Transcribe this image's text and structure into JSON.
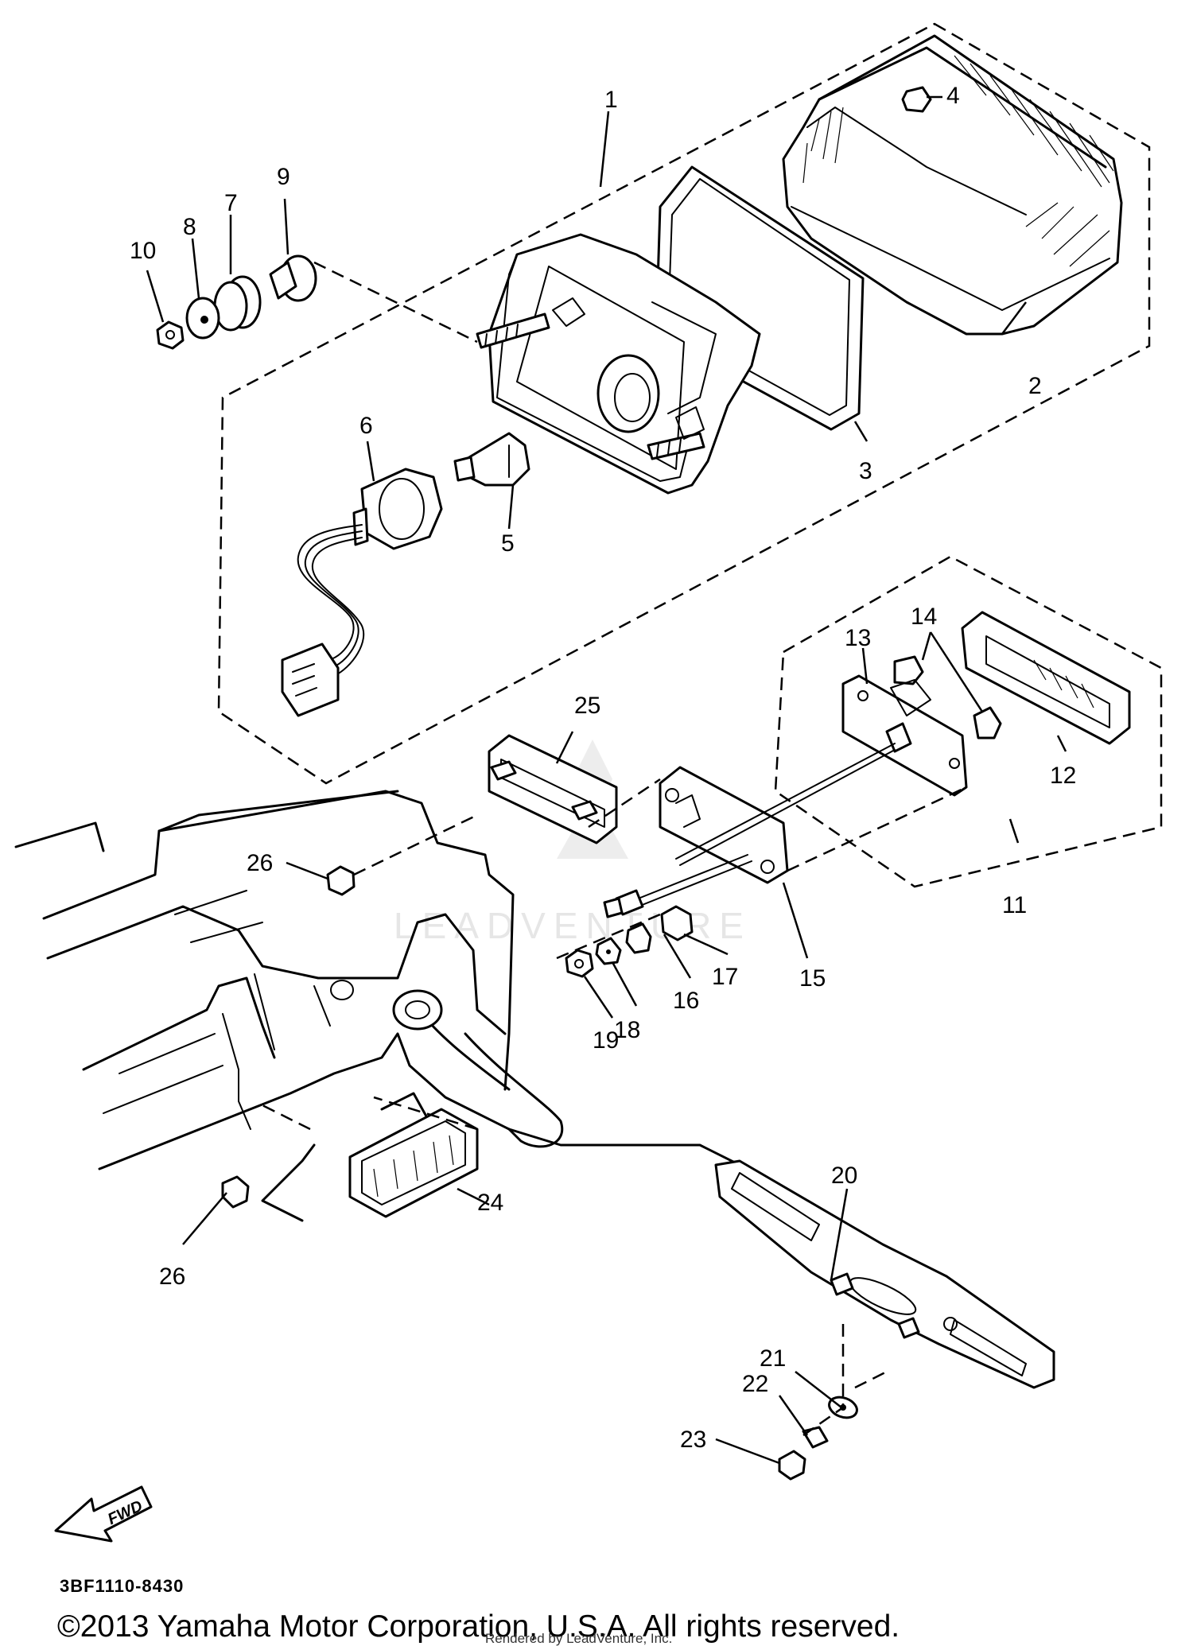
{
  "diagram": {
    "callouts": [
      {
        "id": "1",
        "label": "1"
      },
      {
        "id": "2",
        "label": "2"
      },
      {
        "id": "3",
        "label": "3"
      },
      {
        "id": "4",
        "label": "4"
      },
      {
        "id": "5",
        "label": "5"
      },
      {
        "id": "6",
        "label": "6"
      },
      {
        "id": "7",
        "label": "7"
      },
      {
        "id": "8",
        "label": "8"
      },
      {
        "id": "9",
        "label": "9"
      },
      {
        "id": "10",
        "label": "10"
      },
      {
        "id": "11",
        "label": "11"
      },
      {
        "id": "12",
        "label": "12"
      },
      {
        "id": "13",
        "label": "13"
      },
      {
        "id": "14",
        "label": "14"
      },
      {
        "id": "15",
        "label": "15"
      },
      {
        "id": "16",
        "label": "16"
      },
      {
        "id": "17",
        "label": "17"
      },
      {
        "id": "18",
        "label": "18"
      },
      {
        "id": "19",
        "label": "19"
      },
      {
        "id": "20",
        "label": "20"
      },
      {
        "id": "21",
        "label": "21"
      },
      {
        "id": "22",
        "label": "22"
      },
      {
        "id": "23",
        "label": "23"
      },
      {
        "id": "24",
        "label": "24"
      },
      {
        "id": "25",
        "label": "25"
      },
      {
        "id": "26a",
        "label": "26"
      },
      {
        "id": "26b",
        "label": "26"
      }
    ],
    "forward_arrow_label": "FWD",
    "diagram_code": "3BF1110-8430",
    "watermark": "LEADVENTURE",
    "rendered_by": "Rendered by LeadVenture, Inc.",
    "copyright": "©2013 Yamaha Motor Corporation, U.S.A. All rights reserved."
  }
}
